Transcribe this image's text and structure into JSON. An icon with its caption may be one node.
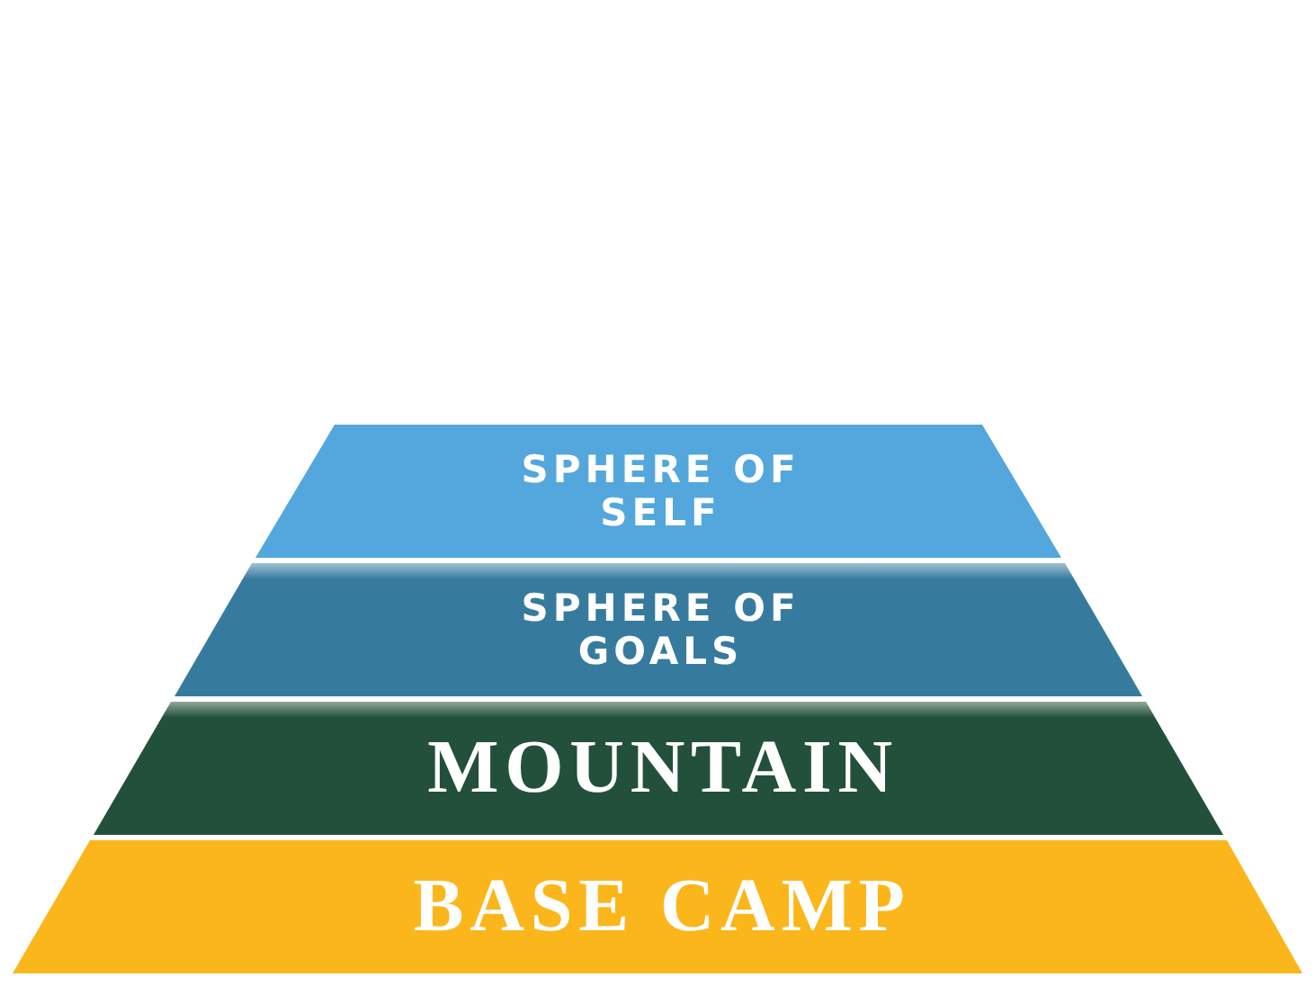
{
  "diagram": {
    "nodes": [
      {
        "text": [
          "SPHERE OF SELF"
        ]
      },
      {
        "text": [
          "SPHERE OF GOALS"
        ]
      },
      {
        "text": [
          "MOUNTAIN"
        ]
      },
      {
        "text": [
          "BASE CAMP"
        ]
      }
    ]
  }
}
